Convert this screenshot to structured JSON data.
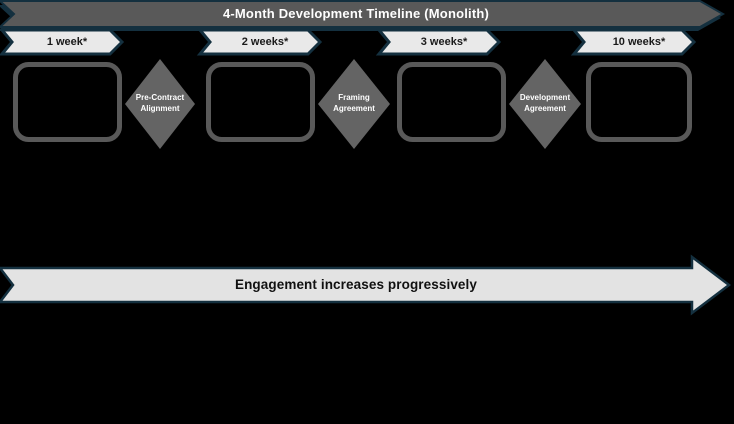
{
  "colors": {
    "background": "#000000",
    "navy_outline": "#14303f",
    "banner_gray": "#595959",
    "chevron_fill": "#e9e9e9",
    "box_border": "#595959",
    "diamond_gray": "#646464",
    "arrow_fill": "#e3e3e3",
    "light_text": "#ffffff",
    "dark_text": "#111111"
  },
  "banner": {
    "title": "4-Month Development Timeline (Monolith)"
  },
  "phases": [
    {
      "duration": "1 week*"
    },
    {
      "duration": "2 weeks*"
    },
    {
      "duration": "3 weeks*"
    },
    {
      "duration": "10 weeks*"
    }
  ],
  "milestones": [
    {
      "line1": "Pre-Contract",
      "line2": "Alignment"
    },
    {
      "line1": "Framing",
      "line2": "Agreement"
    },
    {
      "line1": "Development",
      "line2": "Agreement"
    }
  ],
  "engagement_arrow": {
    "label": "Engagement increases progressively"
  }
}
